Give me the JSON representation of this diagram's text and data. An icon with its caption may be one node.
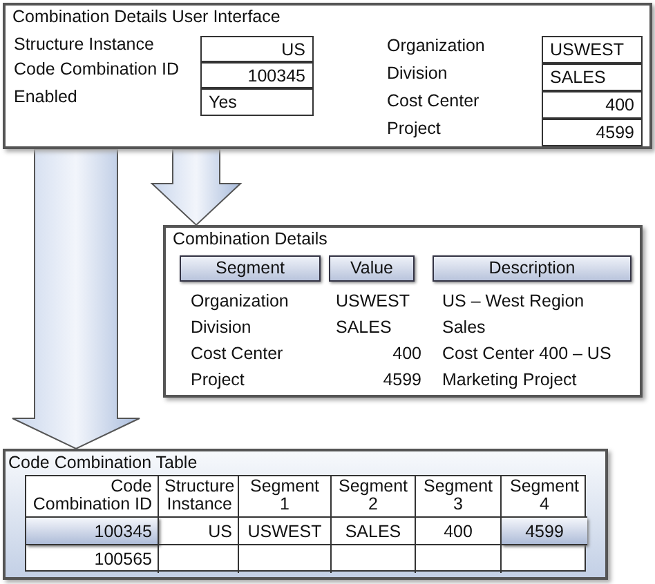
{
  "diagram": {
    "nodes": [
      {
        "text": [
          "Combination Details User Interface"
        ]
      },
      {
        "text": [
          "US"
        ],
        "in": 0
      },
      {
        "text": [
          "100345"
        ],
        "in": 0
      },
      {
        "text": [
          "Yes"
        ],
        "in": 0
      },
      {
        "text": [
          "USWEST"
        ],
        "in": 0
      },
      {
        "text": [
          "SALES"
        ],
        "in": 0
      },
      {
        "text": [
          "400"
        ],
        "in": 0
      },
      {
        "text": [
          "4599"
        ],
        "in": 0
      },
      {
        "text": [
          "Combination Details"
        ]
      },
      {
        "text": [
          "Segment"
        ],
        "in": 8
      },
      {
        "text": [
          "Value"
        ],
        "in": 8
      },
      {
        "text": [
          "Description"
        ],
        "in": 8
      },
      {
        "text": [
          "Code Combination Table"
        ]
      }
    ],
    "edges": [
      {
        "from": 0,
        "to": 8,
        "arrow": "to"
      },
      {
        "from": 0,
        "to": 12,
        "arrow": "to"
      }
    ],
    "labels": [
      "Structure Instance",
      "Code Combination ID",
      "Enabled",
      "Organization",
      "Division",
      "Cost Center",
      "Project",
      "Organization",
      "USWEST",
      "US – West Region",
      "Division",
      "SALES",
      "Sales",
      "Cost Center",
      "400",
      "Cost Center 400 – US",
      "Project",
      "4599",
      "Marketing Project",
      "Code Combination ID",
      "Structure Instance",
      "Segment 1",
      "Segment 2",
      "Segment 3",
      "Segment 4",
      "100345",
      "US",
      "USWEST",
      "SALES",
      "400",
      "4599",
      "100565"
    ]
  }
}
